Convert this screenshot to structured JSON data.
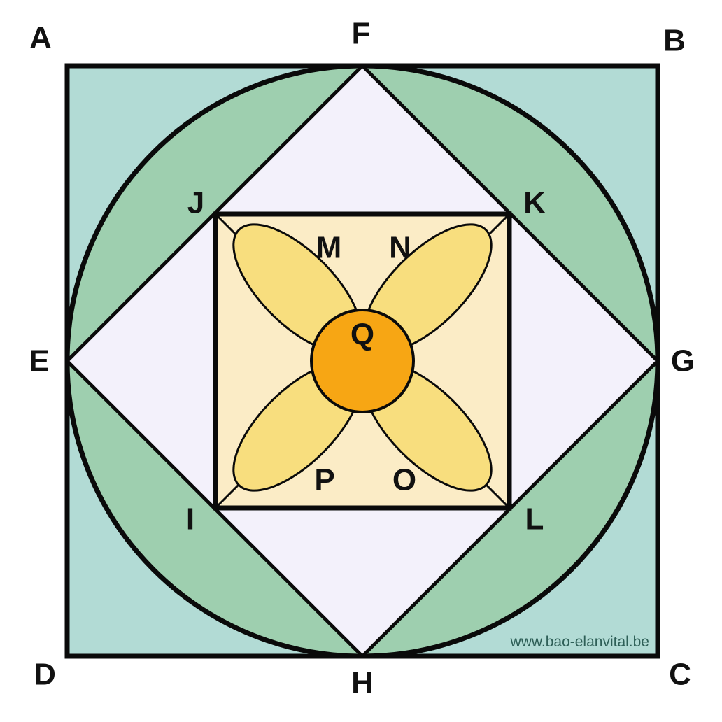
{
  "colors": {
    "outer_square_fill": "#b2dbd5",
    "circle_segments_fill": "#9ecfaf",
    "diamond_fill": "#f3f1fb",
    "inner_square_fill": "#fbecc6",
    "petal_fill": "#f8de7e",
    "center_circle_fill": "#f7a614",
    "stroke": "#0a0a0a"
  },
  "labels": {
    "A": "A",
    "B": "B",
    "C": "C",
    "D": "D",
    "E": "E",
    "F": "F",
    "G": "G",
    "H": "H",
    "I": "I",
    "J": "J",
    "K": "K",
    "L": "L",
    "M": "M",
    "N": "N",
    "O": "O",
    "P": "P",
    "Q": "Q"
  },
  "watermark": "www.bao-elanvital.be"
}
